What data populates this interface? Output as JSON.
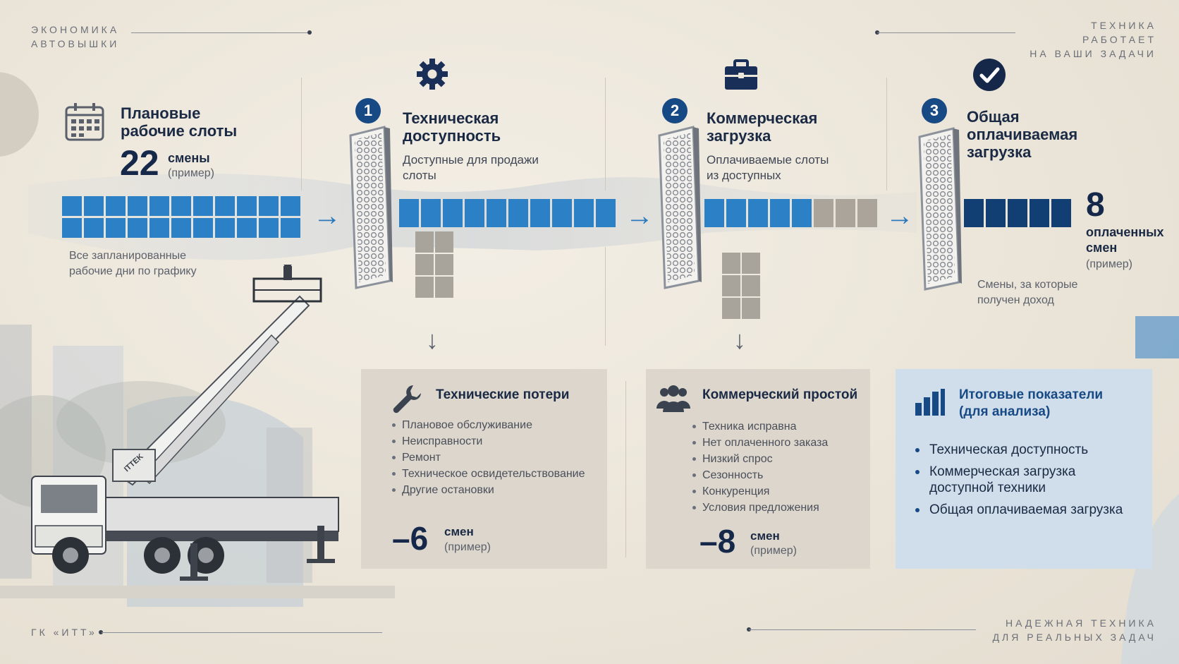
{
  "header": {
    "left_caption": [
      "ЭКОНОМИКА",
      "АВТОВЫШКИ"
    ],
    "right_caption": [
      "ТЕХНИКА РАБОТАЕТ",
      "НА ВАШИ ЗАДАЧИ"
    ]
  },
  "footer": {
    "left_caption": "ГК «ИТТ»",
    "right_caption": [
      "НАДЕЖНАЯ ТЕХНИКА",
      "ДЛЯ РЕАЛЬНЫХ ЗАДАЧ"
    ]
  },
  "stage0": {
    "title": [
      "Плановые",
      "рабочие слоты"
    ],
    "value": "22",
    "unit": "смены",
    "unit_note": "(пример)",
    "slot_count": 22,
    "note": [
      "Все запланированные",
      "рабочие дни по графику"
    ]
  },
  "stage1": {
    "badge": "1",
    "title": [
      "Техническая",
      "доступность"
    ],
    "sub": [
      "Доступные для продажи",
      "слоты"
    ],
    "slot_count": 10,
    "removed_count": 6
  },
  "stage2": {
    "badge": "2",
    "title": [
      "Коммерческая",
      "загрузка"
    ],
    "sub": [
      "Оплачиваемые слоты",
      "из доступных"
    ],
    "paid_count": 5,
    "idle_count": 3,
    "removed_count": 6
  },
  "stage3": {
    "badge": "3",
    "title": [
      "Общая",
      "оплачиваемая",
      "загрузка"
    ],
    "value": "8",
    "unit": [
      "оплаченных",
      "смен"
    ],
    "unit_note": "(пример)",
    "slot_count": 5,
    "note": [
      "Смены, за которые",
      "получен доход"
    ]
  },
  "panel_tech": {
    "title": "Технические потери",
    "items": [
      "Плановое обслуживание",
      "Неисправности",
      "Ремонт",
      "Техническое освидетельствование",
      "Другие остановки"
    ],
    "value": "–6",
    "unit": "смен",
    "unit_note": "(пример)"
  },
  "panel_comm": {
    "title": "Коммерческий простой",
    "items": [
      "Техника исправна",
      "Нет оплаченного заказа",
      "Низкий спрос",
      "Сезонность",
      "Конкуренция",
      "Условия предложения"
    ],
    "value": "–8",
    "unit": "смен",
    "unit_note": "(пример)"
  },
  "panel_summary": {
    "title": [
      "Итоговые показатели",
      "(для анализа)"
    ],
    "items": [
      [
        "Техническая доступность"
      ],
      [
        "Коммерческая загрузка",
        "доступной техники"
      ],
      [
        "Общая оплачиваемая загрузка"
      ]
    ]
  },
  "truck_label": "ITTEK",
  "colors": {
    "accent": "#2c80c6",
    "navy": "#123f73",
    "badge": "#174a85",
    "gray": "#aaa49b",
    "panel": "#dcd6cc",
    "panel_blue": "#cfdeea"
  },
  "icons": [
    "calendar-icon",
    "gear-icon",
    "briefcase-icon",
    "check-circle-icon",
    "wrench-icon",
    "people-icon",
    "bar-chart-icon"
  ]
}
